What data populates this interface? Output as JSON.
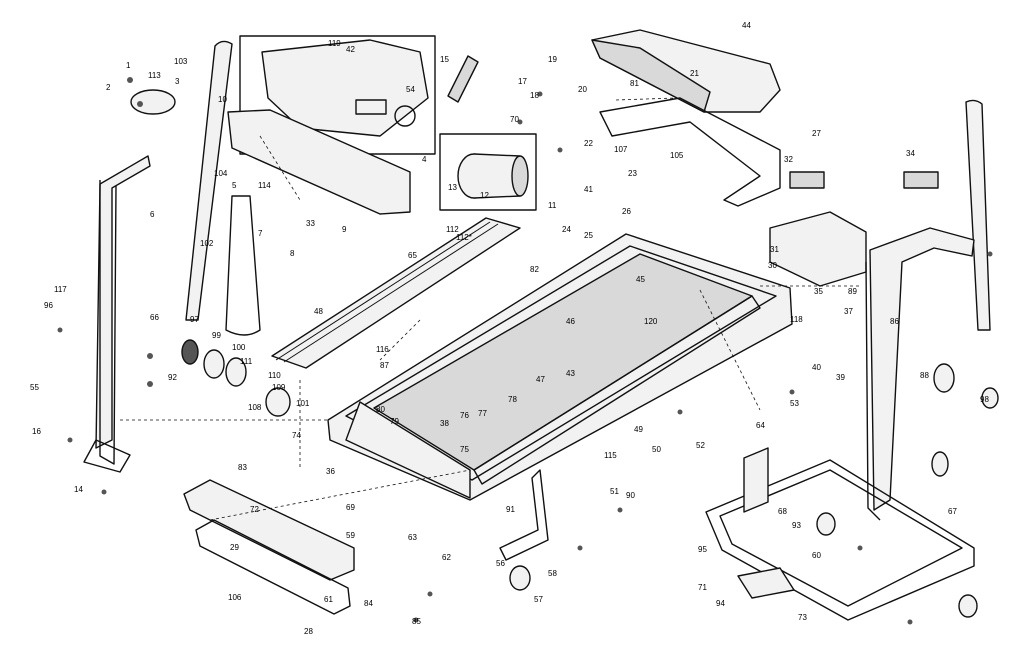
{
  "drawing": {
    "subject": "treadmill exploded parts view",
    "callouts": [
      "1",
      "2",
      "3",
      "4",
      "5",
      "6",
      "7",
      "8",
      "9",
      "10",
      "11",
      "12",
      "13",
      "14",
      "15",
      "16",
      "17",
      "18",
      "19",
      "20",
      "21",
      "22",
      "23",
      "24",
      "25",
      "26",
      "27",
      "28",
      "29",
      "30",
      "31",
      "32",
      "33",
      "34",
      "35",
      "36",
      "37",
      "38",
      "39",
      "40",
      "41",
      "42",
      "43",
      "44",
      "45",
      "46",
      "47",
      "48",
      "49",
      "50",
      "51",
      "52",
      "53",
      "54",
      "55",
      "56",
      "57",
      "58",
      "59",
      "60",
      "61",
      "62",
      "63",
      "64",
      "65",
      "66",
      "67",
      "68",
      "69",
      "70",
      "71",
      "72",
      "73",
      "74",
      "75",
      "76",
      "77",
      "78",
      "79",
      "80",
      "81",
      "82",
      "83",
      "84",
      "85",
      "86",
      "87",
      "88",
      "89",
      "90",
      "91",
      "92",
      "93",
      "94",
      "95",
      "96",
      "97",
      "98",
      "99",
      "100",
      "101",
      "102",
      "103",
      "104",
      "105",
      "106",
      "107",
      "108",
      "109",
      "110",
      "111",
      "112",
      "113",
      "114",
      "115",
      "116",
      "117",
      "118",
      "119",
      "120",
      "112*"
    ]
  }
}
